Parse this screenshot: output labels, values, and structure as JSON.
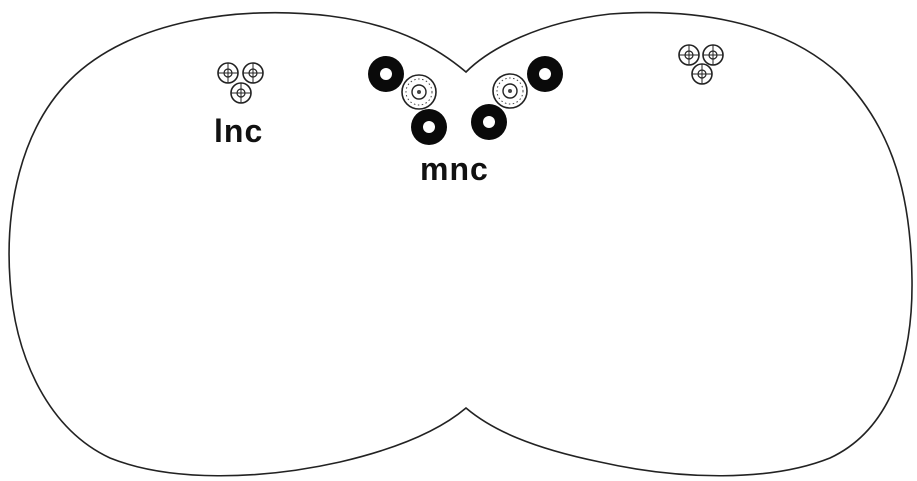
{
  "labels": {
    "lnc": "lnc",
    "mnc": "mnc"
  },
  "colors": {
    "background": "#ffffff",
    "outline": "#222222",
    "fill_dark": "#0a0a0a"
  },
  "icons": {
    "dark_ring": "filled-black-ring",
    "stippled_ring": "dotted-ring-with-center",
    "cross_ring": "ring-with-inner-cross"
  }
}
